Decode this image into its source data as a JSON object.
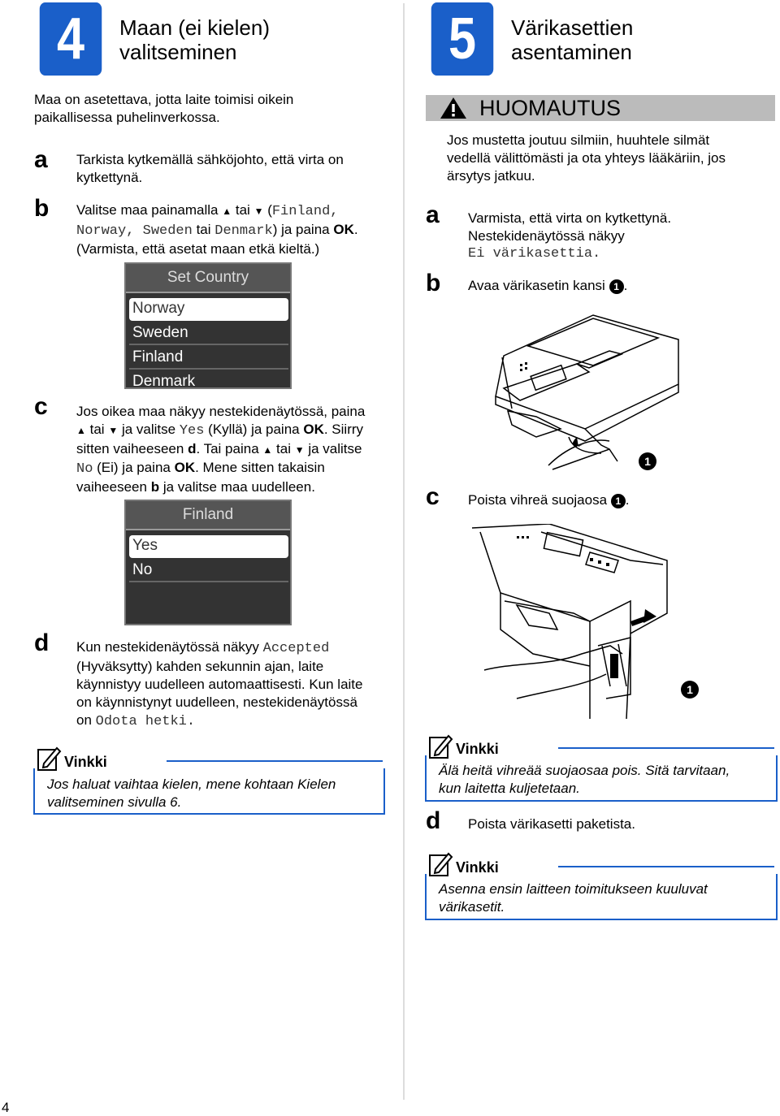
{
  "step4": {
    "number": "4",
    "title_line1": "Maan (ei kielen)",
    "title_line2": "valitseminen",
    "intro_line1": "Maa on asetettava, jotta laite toimisi oikein",
    "intro_line2": "paikallisessa puhelinverkossa.",
    "a": {
      "letter": "a",
      "line1": "Tarkista kytkemällä sähköjohto, että virta on",
      "line2": "kytkettynä."
    },
    "b": {
      "letter": "b",
      "l1_pre": "Valitse maa painamalla",
      "l1_up": "▲",
      "l1_tai": "tai",
      "l1_down": "▼",
      "l1_paren": "(",
      "l1_code": "Finland,",
      "l2_code1": "Norway, Sweden",
      "l2_tai": "tai",
      "l2_code2": "Denmark",
      "l2_post": ") ja paina",
      "l2_ok": "OK",
      "l2_dot": ".",
      "line3": "(Varmista, että asetat maan etkä kieltä.)"
    },
    "lcd1": {
      "header": "Set Country",
      "rows": [
        "Norway",
        "Sweden",
        "Finland",
        "Denmark"
      ]
    },
    "c": {
      "letter": "c",
      "line1": "Jos oikea maa näkyy nestekidenäytössä, paina",
      "l2_up": "▲",
      "l2_tai": "tai",
      "l2_down": "▼",
      "l2_pre": "ja valitse",
      "l2_code": "Yes",
      "l2_mid": "(Kyllä) ja paina",
      "l2_ok": "OK",
      "l2_post": ". Siirry",
      "l3_pre": "sitten vaiheeseen",
      "l3_d": "d",
      "l3_mid": ". Tai paina",
      "l3_up": "▲",
      "l3_tai": "tai",
      "l3_down": "▼",
      "l3_post": "ja valitse",
      "l4_code": "No",
      "l4_mid": "(Ei) ja paina",
      "l4_ok": "OK",
      "l4_post": ". Mene sitten takaisin",
      "l5_pre": "vaiheeseen",
      "l5_b": "b",
      "l5_post": "ja valitse maa uudelleen."
    },
    "lcd2": {
      "header": "Finland",
      "rows": [
        "Yes",
        "No"
      ]
    },
    "d": {
      "letter": "d",
      "l1_pre": "Kun nestekidenäytössä näkyy",
      "l1_code": "Accepted",
      "line2": "(Hyväksytty) kahden sekunnin ajan, laite",
      "line3": "käynnistyy uudelleen automaattisesti. Kun laite",
      "line4": "on käynnistynyt uudelleen, nestekidenäytössä",
      "l5_pre": "on",
      "l5_code": "Odota hetki."
    },
    "note": {
      "title": "Vinkki",
      "line1": "Jos haluat vaihtaa kielen, mene kohtaan Kielen",
      "line2": "valitseminen sivulla 6."
    }
  },
  "step5": {
    "number": "5",
    "title_line1": "Värikasettien",
    "title_line2": "asentaminen",
    "caution": {
      "title": "HUOMAUTUS",
      "line1": "Jos mustetta joutuu silmiin, huuhtele silmät",
      "line2": "vedellä välittömästi ja ota yhteys lääkäriin, jos",
      "line3": "ärsytys jatkuu."
    },
    "a": {
      "letter": "a",
      "line1": "Varmista, että virta on kytkettynä.",
      "line2": "Nestekidenäytössä näkyy",
      "line3_code": "Ei värikasettia."
    },
    "b": {
      "letter": "b",
      "text": "Avaa värikasetin kansi",
      "callout": "1",
      "post": "."
    },
    "fig1_callout": "1",
    "c": {
      "letter": "c",
      "text": "Poista vihreä suojaosa",
      "callout": "1",
      "post": "."
    },
    "fig2_callout": "1",
    "note1": {
      "title": "Vinkki",
      "line1": "Älä heitä vihreää suojaosaa pois. Sitä tarvitaan,",
      "line2": "kun laitetta kuljetetaan."
    },
    "d": {
      "letter": "d",
      "text": "Poista värikasetti paketista."
    },
    "note2": {
      "title": "Vinkki",
      "line1": "Asenna ensin laitteen toimitukseen kuuluvat",
      "line2": "värikasetit."
    }
  },
  "page_number": "4",
  "colors": {
    "accent_blue": "#1a5fc9",
    "lcd_bg": "#333333",
    "caution_bar": "#bbbbbb"
  }
}
